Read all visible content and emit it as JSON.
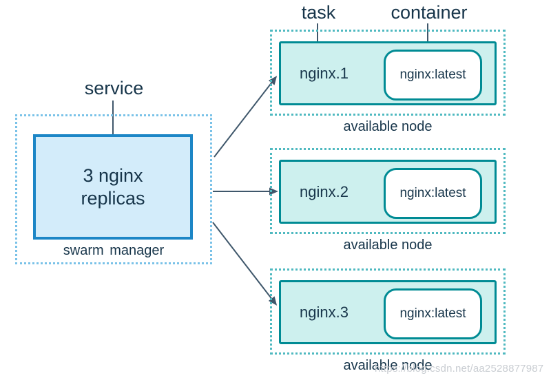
{
  "labels": {
    "service": "service",
    "task": "task",
    "container": "container",
    "service_replicas": "3 nginx replicas",
    "swarm_manager": "swarm manager"
  },
  "nodes": [
    {
      "task_label": "nginx.1",
      "container_label": "nginx:latest",
      "node_label": "available node"
    },
    {
      "task_label": "nginx.2",
      "container_label": "nginx:latest",
      "node_label": "available node"
    },
    {
      "task_label": "nginx.3",
      "container_label": "nginx:latest",
      "node_label": "available node"
    }
  ],
  "watermark": "https://blog.csdn.net/aa2528877987",
  "colors": {
    "text_dark": "#17354a",
    "arrow": "#3f576b",
    "teal_border": "#008b94",
    "teal_fill": "#cdf0ee",
    "teal_dotted": "#4fb9c0",
    "blue_border": "#1c86c6",
    "blue_fill": "#d3ecfa",
    "blue_dotted": "#7ac2e8",
    "container_fill": "#ffffff",
    "watermark": "#c9cdd2"
  }
}
